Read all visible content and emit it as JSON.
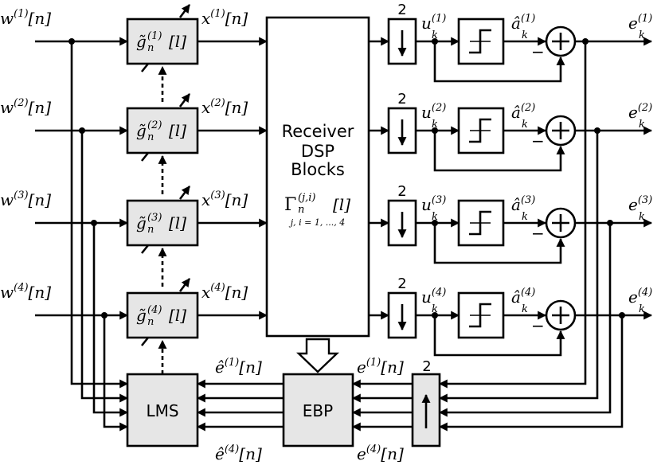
{
  "blocks": {
    "filters": [
      {
        "name": "g̃",
        "sup": "(1)",
        "idx": "[l]"
      },
      {
        "name": "g̃",
        "sup": "(2)",
        "idx": "[l]"
      },
      {
        "name": "g̃",
        "sup": "(3)",
        "idx": "[l]"
      },
      {
        "name": "g̃",
        "sup": "(4)",
        "idx": "[l]"
      }
    ],
    "dsp": {
      "line1": "Receiver",
      "line2": "DSP",
      "line3": "Blocks",
      "gamma": "Γ",
      "gamma_sup": "(j,i)",
      "gamma_idx": "[l]",
      "gamma_sub": "j, i = 1, ..., 4"
    },
    "lms": "LMS",
    "ebp": "EBP",
    "downsample_factor": "2",
    "upsample_factor": "2"
  },
  "signals": {
    "inputs": [
      "w(1)[n]",
      "w(2)[n]",
      "w(3)[n]",
      "w(4)[n]"
    ],
    "filter_outputs": [
      "x(1)[n]",
      "x(2)[n]",
      "x(3)[n]",
      "x(4)[n]"
    ],
    "u": [
      "u(1)",
      "u(2)",
      "u(3)",
      "u(4)"
    ],
    "a_hat": [
      "â(1)",
      "â(2)",
      "â(3)",
      "â(4)"
    ],
    "errors": [
      "e(1)",
      "e(2)",
      "e(3)",
      "e(4)"
    ],
    "minus": "−",
    "e_top": "e(1)[n]",
    "e_bot": "e(4)[n]",
    "ehat_top": "ê(1)[n]",
    "ehat_bot": "ê(4)[n]"
  }
}
